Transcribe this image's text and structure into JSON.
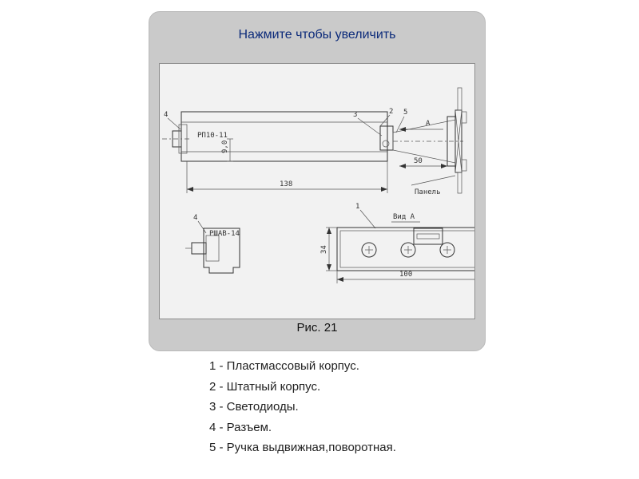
{
  "card": {
    "title": "Нажмите чтобы увеличить",
    "caption": "Рис. 21"
  },
  "drawing": {
    "labels": {
      "item4_top": "4",
      "item3": "3",
      "item2": "2",
      "item5": "5",
      "relay_top": "РП10-11",
      "dim_90": "9,0",
      "dim_138": "138",
      "view_arrow": "А",
      "dim_50": "50",
      "panel": "Панель",
      "item4_bottom": "4",
      "connector": "РШАВ-14",
      "item1": "1",
      "view_a": "Вид А",
      "dim_34": "34",
      "dim_100": "100"
    }
  },
  "legend": [
    "1 - Пластмассовый корпус.",
    "2 - Штатный корпус.",
    "3 - Светодиоды.",
    "4 - Разъем.",
    "5 - Ручка выдвижная,поворотная."
  ],
  "colors": {
    "title_blue": "#0b2a7a",
    "card_gray": "#cacaca",
    "figure_bg": "#f2f2f2"
  }
}
